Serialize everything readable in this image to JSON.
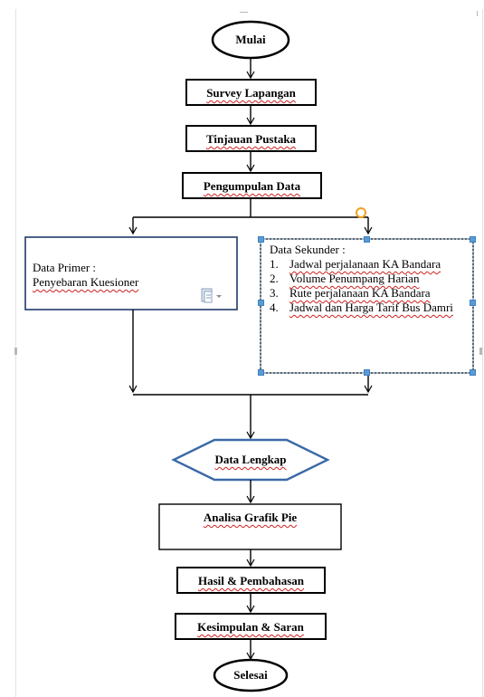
{
  "flowchart": {
    "start": "Mulai",
    "step1": "Survey Lapangan",
    "step2": "Tinjauan Pustaka",
    "step3": "Pengumpulan Data",
    "primary": {
      "title": "Data Primer :",
      "detail": "Penyebaran Kuesioner"
    },
    "secondary": {
      "title": "Data Sekunder :",
      "items": [
        {
          "num": "1.",
          "text": "Jadwal perjalanaan KA Bandara"
        },
        {
          "num": "2.",
          "text": "Volume Penumpang Harian"
        },
        {
          "num": "3.",
          "text": "Rute perjalanaan KA Bandara"
        },
        {
          "num": "4.",
          "text": "Jadwal dan Harga Tarif Bus Damri"
        }
      ]
    },
    "decision": "Data Lengkap",
    "step4": "Analisa Grafik Pie",
    "step5": "Hasil & Pembahasan",
    "step6": "Kesimpulan & Saran",
    "end": "Selesai"
  },
  "colors": {
    "diamond_stroke": "#3a6aa8",
    "selection_handle": "#5b9bd5",
    "rotation_handle": "#f0a020",
    "spell_underline": "#d02020"
  }
}
